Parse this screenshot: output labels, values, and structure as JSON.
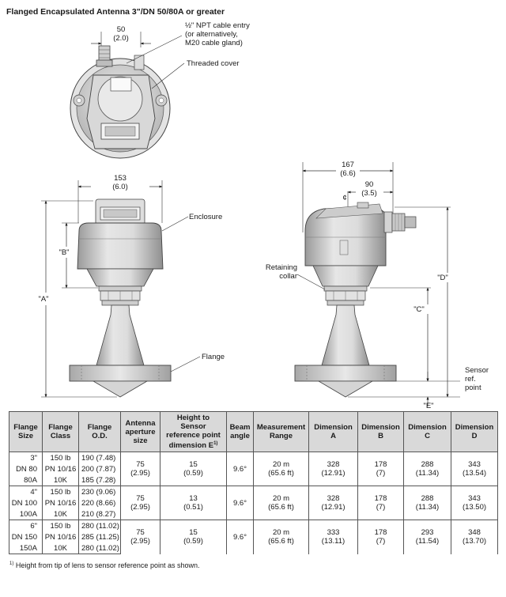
{
  "title": "Flanged Encapsulated Antenna 3\"/DN 50/80A or greater",
  "top_view": {
    "dim_value": "50",
    "dim_inch": "(2.0)",
    "cable_entry_lines": [
      "½\" NPT cable entry",
      "(or alternatively,",
      "M20 cable gland)"
    ],
    "threaded_cover": "Threaded cover"
  },
  "front_view": {
    "width_value": "153",
    "width_inch": "(6.0)",
    "enclosure": "Enclosure",
    "label_a": "\"A\"",
    "label_b": "\"B\"",
    "flange": "Flange"
  },
  "side_view": {
    "width_value": "167",
    "width_inch": "(6.6)",
    "offset_value": "90",
    "offset_inch": "(3.5)",
    "centerline": "¢",
    "retaining_lines": [
      "Retaining",
      "collar"
    ],
    "label_c": "\"C\"",
    "label_d": "\"D\"",
    "label_e": "\"E\"",
    "sensor_lines": [
      "Sensor",
      "ref.",
      "point"
    ]
  },
  "table": {
    "headers": [
      [
        "Flange",
        "Size"
      ],
      [
        "Flange",
        "Class"
      ],
      [
        "Flange",
        "O.D."
      ],
      [
        "Antenna",
        "aperture",
        "size"
      ],
      [
        "Height to",
        "Sensor",
        "reference point",
        "dimension E"
      ],
      [
        "Beam",
        "angle"
      ],
      [
        "Measurement",
        "Range"
      ],
      [
        "Dimension",
        "A"
      ],
      [
        "Dimension",
        "B"
      ],
      [
        "Dimension",
        "C"
      ],
      [
        "Dimension",
        "D"
      ]
    ],
    "footnote_mark": "1)",
    "groups": [
      {
        "rows": [
          {
            "size": "3\"",
            "cls": "150 lb",
            "od": "190 (7.48)"
          },
          {
            "size": "DN 80",
            "cls": "PN 10/16",
            "od": "200 (7.87)"
          },
          {
            "size": "80A",
            "cls": "10K",
            "od": "185 (7.28)"
          }
        ],
        "aperture": [
          "75",
          "(2.95)"
        ],
        "height_e": [
          "15",
          "(0.59)"
        ],
        "beam": "9.6°",
        "range": [
          "20 m",
          "(65.6 ft)"
        ],
        "dim_a": [
          "328",
          "(12.91)"
        ],
        "dim_b": [
          "178",
          "(7)"
        ],
        "dim_c": [
          "288",
          "(11.34)"
        ],
        "dim_d": [
          "343",
          "(13.54)"
        ]
      },
      {
        "rows": [
          {
            "size": "4\"",
            "cls": "150 lb",
            "od": "230 (9.06)"
          },
          {
            "size": "DN 100",
            "cls": "PN 10/16",
            "od": "220 (8.66)"
          },
          {
            "size": "100A",
            "cls": "10K",
            "od": "210 (8.27)"
          }
        ],
        "aperture": [
          "75",
          "(2.95)"
        ],
        "height_e": [
          "13",
          "(0.51)"
        ],
        "beam": "9.6°",
        "range": [
          "20 m",
          "(65.6 ft)"
        ],
        "dim_a": [
          "328",
          "(12.91)"
        ],
        "dim_b": [
          "178",
          "(7)"
        ],
        "dim_c": [
          "288",
          "(11.34)"
        ],
        "dim_d": [
          "343",
          "(13.50)"
        ]
      },
      {
        "rows": [
          {
            "size": "6\"",
            "cls": "150 lb",
            "od": "280 (11.02)"
          },
          {
            "size": "DN 150",
            "cls": "PN 10/16",
            "od": "285 (11.25)"
          },
          {
            "size": "150A",
            "cls": "10K",
            "od": "280 (11.02)"
          }
        ],
        "aperture": [
          "75",
          "(2.95)"
        ],
        "height_e": [
          "15",
          "(0.59)"
        ],
        "beam": "9.6°",
        "range": [
          "20 m",
          "(65.6 ft)"
        ],
        "dim_a": [
          "333",
          "(13.11)"
        ],
        "dim_b": [
          "178",
          "(7)"
        ],
        "dim_c": [
          "293",
          "(11.54)"
        ],
        "dim_d": [
          "348",
          "(13.70)"
        ]
      }
    ]
  },
  "footnote": {
    "mark": "1)",
    "text": "Height from tip of lens to sensor reference point as shown."
  }
}
